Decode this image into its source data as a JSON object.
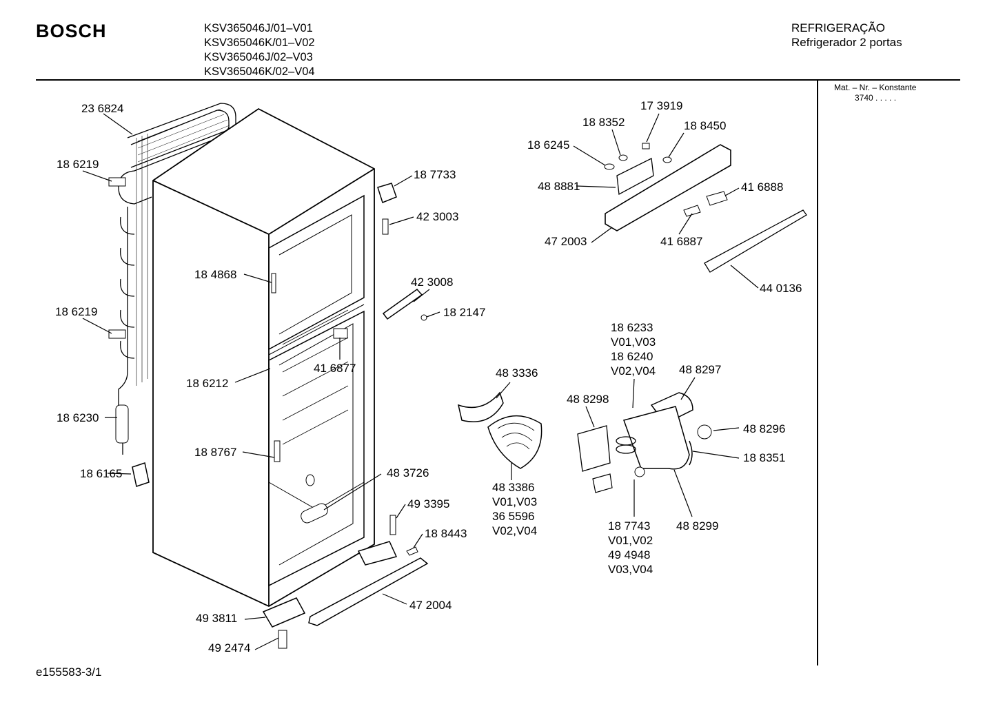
{
  "header": {
    "brand": "BOSCH",
    "models": [
      "KSV365046J/01–V01",
      "KSV365046K/01–V02",
      "KSV365046J/02–V03",
      "KSV365046K/02–V04"
    ],
    "category": "REFRIGERAÇÃO",
    "subtitle": "Refrigerador 2 portas"
  },
  "sidebar": {
    "mat_label": "Mat. – Nr. – Konstante",
    "mat_value": "3740  .  .  .  .  ."
  },
  "footer": {
    "code": "e155583-3/1"
  },
  "parts": {
    "p236824": "23 6824",
    "p186219a": "18 6219",
    "p186219b": "18 6219",
    "p186230": "18 6230",
    "p186165": "18 6165",
    "p184868": "18 4868",
    "p186212": "18 6212",
    "p188767": "18 8767",
    "p187733": "18 7733",
    "p423003": "42 3003",
    "p423008": "42 3008",
    "p182147": "18 2147",
    "p416877": "41 6877",
    "p483726": "48 3726",
    "p493395": "49 3395",
    "p188443": "18 8443",
    "p472004": "47 2004",
    "p493811": "49 3811",
    "p492474": "49 2474",
    "p173919": "17 3919",
    "p188352": "18 8352",
    "p188450": "18 8450",
    "p186245": "18 6245",
    "p488881": "48 8881",
    "p416888": "41 6888",
    "p472003": "47 2003",
    "p416887": "41 6887",
    "p440136": "44 0136",
    "g1": [
      "18 6233",
      "V01,V03",
      "18 6240",
      "V02,V04"
    ],
    "p488297": "48 8297",
    "p488298": "48 8298",
    "p488296": "48 8296",
    "p188351": "18 8351",
    "p483336": "48 3336",
    "g2": [
      "48 3386",
      "V01,V03",
      "36 5596",
      "V02,V04"
    ],
    "g3": [
      "18 7743",
      "V01,V02",
      "49 4948",
      "V03,V04"
    ],
    "p488299": "48 8299"
  }
}
